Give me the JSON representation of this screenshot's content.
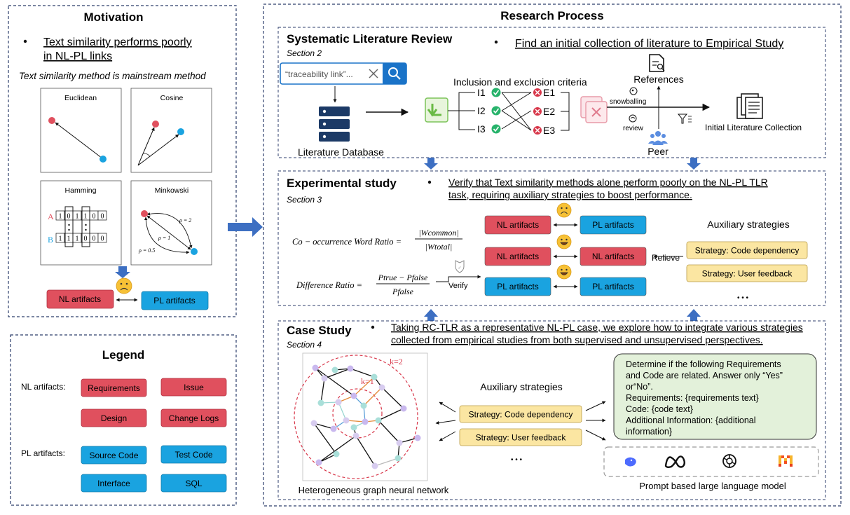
{
  "motivation": {
    "title": "Motivation",
    "bullet_line1": "Text similarity performs poorly",
    "bullet_line2": "in NL-PL links",
    "subtitle": "Text similarity method is mainstream method",
    "metrics": {
      "euclidean": "Euclidean",
      "cosine": "Cosine",
      "hamming": "Hamming",
      "minkowski": "Minkowski"
    },
    "hamming_rows": {
      "a_label": "A",
      "b_label": "B",
      "a_bits": [
        "1",
        "0",
        "1",
        "1",
        "0",
        "0"
      ],
      "b_bits": [
        "1",
        "1",
        "1",
        "0",
        "0",
        "0"
      ]
    },
    "minkowski_labels": {
      "p2": "ρ = 2",
      "p1": "ρ = 1",
      "p05": "ρ = 0.5"
    },
    "nl_box": "NL artifacts",
    "pl_box": "PL artifacts"
  },
  "legend": {
    "title": "Legend",
    "nl_label": "NL artifacts:",
    "pl_label": "PL artifacts:",
    "nl_items": [
      "Requirements",
      "Issue",
      "Design",
      "Change Logs"
    ],
    "pl_items": [
      "Source Code",
      "Test Code",
      "Interface",
      "SQL"
    ]
  },
  "research": {
    "title": "Research Process",
    "slr": {
      "title": "Systematic Literature Review",
      "section": "Section 2",
      "bullet": "Find an initial collection of literature to Empirical Study",
      "search_text": "“traceability link”...",
      "database": "Literature Database",
      "criteria_title": "Inclusion and exclusion criteria",
      "inclusions": [
        "I1",
        "I2",
        "I3"
      ],
      "exclusions": [
        "E1",
        "E2",
        "E3"
      ],
      "references": "References",
      "snowballing": "snowballing",
      "review": "review",
      "peer": "Peer",
      "collection": "Initial Literature Collection"
    },
    "experiment": {
      "title": "Experimental study",
      "section": "Section 3",
      "bullet_line1": "Verify that Text similarity methods alone perform poorly on the NL-PL TLR",
      "bullet_line2": "task, requiring auxiliary strategies to boost performance.",
      "formula1_lhs": "Co − occurrence Word Ratio =",
      "formula1_num": "|Wcommon|",
      "formula1_den": "|Wtotal|",
      "formula2_lhs": "Difference Ratio =",
      "formula2_num": "Ptrue − Pfalse",
      "formula2_den": "Pfalse",
      "verify": "Verify",
      "rows": [
        {
          "left": "NL artifacts",
          "right": "PL artifacts"
        },
        {
          "left": "NL artifacts",
          "right": "NL artifacts"
        },
        {
          "left": "PL artifacts",
          "right": "PL artifacts"
        }
      ],
      "aux_title": "Auxiliary strategies",
      "relieve": "Relieve",
      "strategies": [
        "Strategy: Code dependency",
        "Strategy: User feedback"
      ],
      "ellipsis": "• • •"
    },
    "case": {
      "title": "Case Study",
      "section": "Section 4",
      "bullet_line1": "Taking RC-TLR as a representative NL-PL case, we explore how to integrate various strategies",
      "bullet_line2": "collected from empirical studies from both supervised and unsupervised perspectives.",
      "k2": "k=2",
      "k1": "k=1",
      "graph_caption": "Heterogeneous graph neural network",
      "aux_title": "Auxiliary strategies",
      "strategies": [
        "Strategy: Code dependency",
        "Strategy: User feedback"
      ],
      "ellipsis": "• • •",
      "prompt_lines": [
        "Determine if the following Requirements",
        "and Code are related. Answer only “Yes”",
        "or“No”.",
        "Requirements: {requirements text}",
        "Code: {code text}",
        "Additional Information: {additional",
        "information}"
      ],
      "llm_caption": "Prompt based large language model"
    }
  },
  "colors": {
    "nl_red": "#e0505e",
    "pl_blue": "#1aa3e0",
    "strategy_yellow": "#fbe6a2",
    "arrow_blue": "#3d6fc2",
    "dash_navy": "#2c3e6b",
    "check_green": "#27b36b",
    "cross_red": "#d8374a",
    "prompt_green": "#e3f1da"
  }
}
